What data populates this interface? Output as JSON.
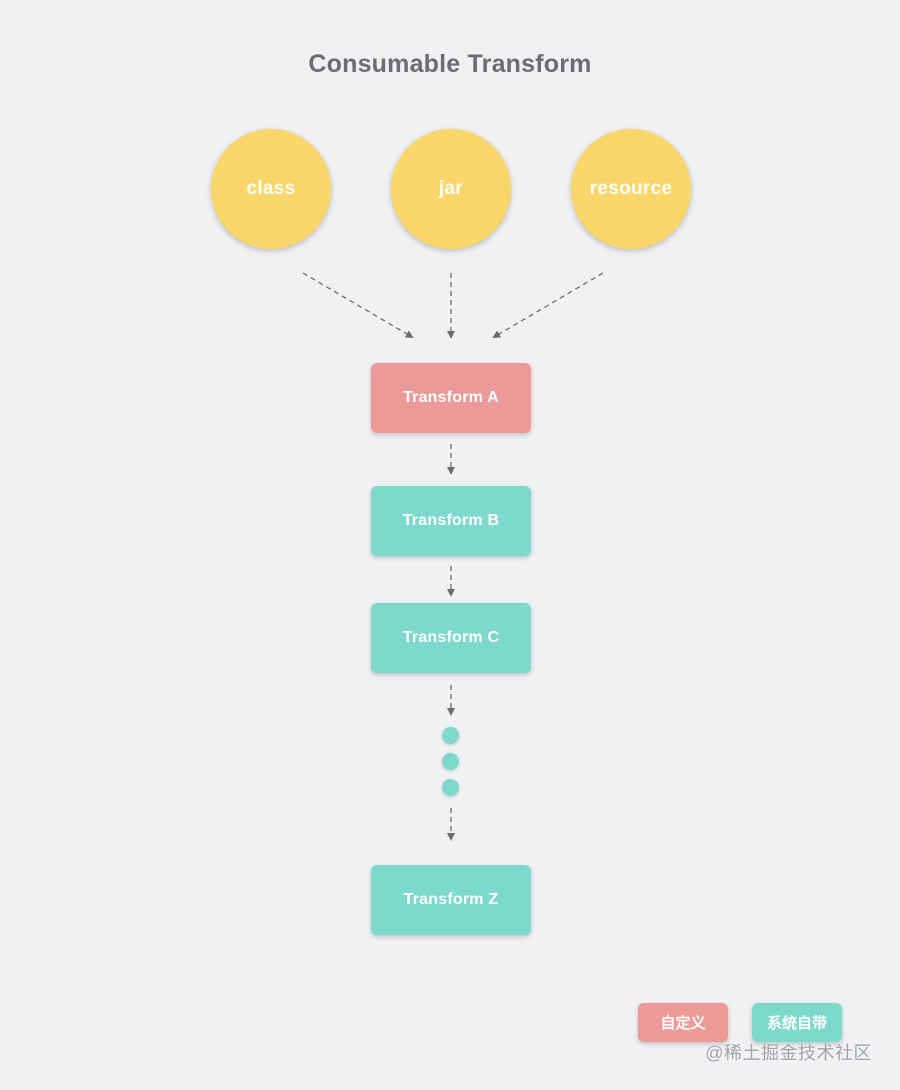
{
  "diagram": {
    "title": "Consumable Transform",
    "inputs": [
      {
        "label": "class",
        "color": "#fbd66a"
      },
      {
        "label": "jar",
        "color": "#fbd66a"
      },
      {
        "label": "resource",
        "color": "#fbd66a"
      }
    ],
    "transforms": [
      {
        "label": "Transform A",
        "kind": "custom"
      },
      {
        "label": "Transform B",
        "kind": "system"
      },
      {
        "label": "Transform C",
        "kind": "system"
      },
      {
        "label": "Transform Z",
        "kind": "system"
      }
    ],
    "legend": [
      {
        "label": "自定义",
        "color": "#ec9a97"
      },
      {
        "label": "系统自带",
        "color": "#7dd9cc"
      }
    ],
    "colors": {
      "input": "#fbd66a",
      "custom": "#ec9a97",
      "system": "#7dd9cc",
      "arrow": "#6b6d70",
      "background": "#eff1f3"
    }
  },
  "watermark": "@稀土掘金技术社区"
}
